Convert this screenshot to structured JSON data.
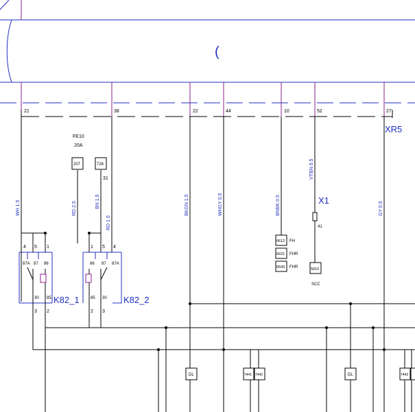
{
  "connector_bar": {
    "glyph": "("
  },
  "harness_pins": {
    "p21": "21",
    "p38": "38",
    "p22": "22",
    "p44": "44",
    "p10": "10",
    "p52": "52",
    "p27": "27"
  },
  "connector_name": "XR5",
  "wires": {
    "wh": "WH 1.5",
    "rd25": "RD 2.5",
    "bn": "BN 1.5",
    "rd15": "RD 1.5",
    "bkgn": "BKGN 1.5",
    "whgy": "WHGY 0.5",
    "bnbk": "BNBK 0.5",
    "vtbn": "VTBN 0.5",
    "gy": "GY 0.5"
  },
  "fuse": {
    "name": "FE10",
    "rating": "20A",
    "ref": "207"
  },
  "box_726": {
    "ref": "726",
    "pin": "31"
  },
  "relay1": {
    "name": "K82_1",
    "pin_top": [
      "4",
      "5",
      "1"
    ],
    "contacts": [
      "87A",
      "87",
      "86"
    ],
    "pin_low": [
      "30",
      "85"
    ],
    "pin_bottom": [
      "3",
      "2"
    ]
  },
  "relay2": {
    "name": "K82_2",
    "pin_top": [
      "1",
      "5",
      "4"
    ],
    "contacts": [
      "86",
      "87",
      "87A"
    ],
    "pin_low": [
      "85",
      "30"
    ],
    "pin_bottom": [
      "2",
      "3"
    ]
  },
  "x1": {
    "name": "X1",
    "pin": "41"
  },
  "stack": [
    {
      "ref": "6612",
      "label": "FH"
    },
    {
      "ref": "6621",
      "label": "FHR"
    },
    {
      "ref": "6643",
      "label": "FHR"
    }
  ],
  "box_5810": {
    "ref": "5810",
    "label": "SCC"
  },
  "bottom": {
    "dl1": "DL",
    "dl2": "DL",
    "r7441": "7441",
    "r7442": "7442",
    "r7443": "7443"
  },
  "colors": {
    "blue": "#1f2fbf",
    "purple": "#8a1f8a",
    "black": "#000000"
  }
}
